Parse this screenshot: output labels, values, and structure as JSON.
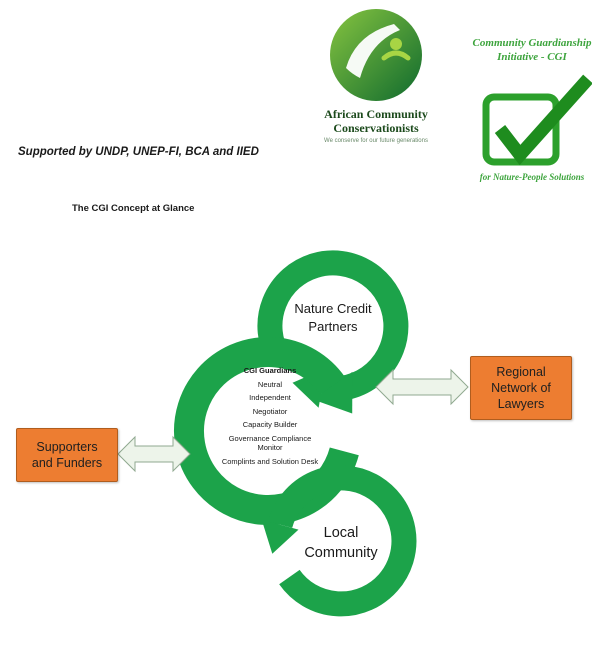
{
  "header": {
    "acc_logo": {
      "name_line1": "African Community",
      "name_line2": "Conservationists",
      "tagline": "We conserve for our future generations"
    },
    "cgi_logo": {
      "script_line1": "Community Guardianship",
      "script_line2": "Initiative - CGI",
      "tagline": "for Nature-People Solutions"
    },
    "supported_by": "Supported by UNDP, UNEP-FI, BCA and IIED"
  },
  "diagram": {
    "title": "The CGI Concept at Glance",
    "top_circle": {
      "line1": "Nature Credit",
      "line2": "Partners"
    },
    "center": {
      "heading": "CGI Guardians",
      "items": [
        "Neutral",
        "Independent",
        "Negotiator",
        "Capacity Builder",
        "Governance Compliance Monitor",
        "Complints and Solution Desk"
      ]
    },
    "bottom_circle": {
      "line1": "Local",
      "line2": "Community"
    },
    "left_box": {
      "line1": "Supporters",
      "line2": "and Funders"
    },
    "right_box": {
      "line1": "Regional",
      "line2": "Network of",
      "line3": "Lawyers"
    },
    "colors": {
      "cycle_green": "#1CA34A",
      "box_orange": "#ED7D31",
      "box_border": "#B05D1E",
      "connector_fill": "#EDF4EA",
      "connector_stroke": "#90A990",
      "logo_green_light": "#86C440",
      "logo_green_dark": "#0F6A2E",
      "script_green": "#3DA43D",
      "check_green": "#1E8C1E"
    }
  }
}
